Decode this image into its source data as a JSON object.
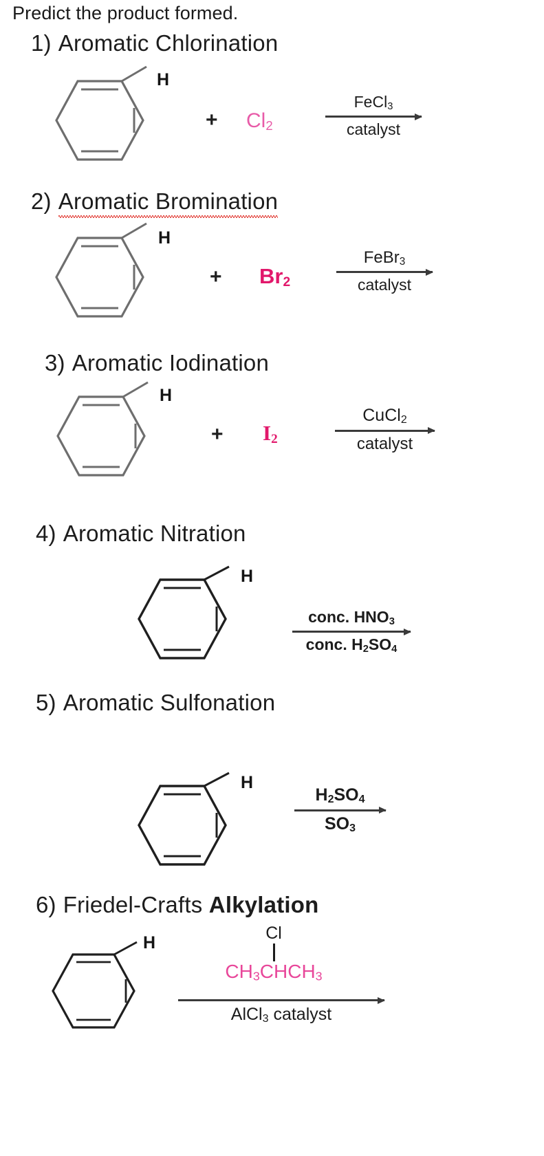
{
  "prompt": "Predict the product formed.",
  "reactions": [
    {
      "number": "1)",
      "name": "Aromatic Chlorination",
      "misspelled": false,
      "bold_name": false,
      "substrate_label": "H",
      "plus": "+",
      "reagent": "Cl",
      "reagent_sub": "2",
      "reagent_color": "#e85ba8",
      "condition_above": "FeCl",
      "condition_above_sub": "3",
      "condition_below": "catalyst"
    },
    {
      "number": "2)",
      "name": "Aromatic Bromination",
      "misspelled": true,
      "bold_name": false,
      "substrate_label": "H",
      "plus": "+",
      "reagent": "Br",
      "reagent_sub": "2",
      "reagent_color": "#e2186b",
      "condition_above": "FeBr",
      "condition_above_sub": "3",
      "condition_below": "catalyst"
    },
    {
      "number": "3)",
      "name": "Aromatic Iodination",
      "misspelled": false,
      "bold_name": false,
      "substrate_label": "H",
      "plus": "+",
      "reagent": "I",
      "reagent_sub": "2",
      "reagent_color": "#e2186b",
      "condition_above": "CuCl",
      "condition_above_sub": "2",
      "condition_below": "catalyst"
    },
    {
      "number": "4)",
      "name": "Aromatic  Nitration",
      "misspelled": false,
      "bold_name": false,
      "substrate_label": "H",
      "plus": "",
      "reagent": "",
      "reagent_sub": "",
      "reagent_color": "",
      "condition_above": "conc. HNO",
      "condition_above_sub": "3",
      "condition_below": "conc. H",
      "condition_below_sub": "2",
      "condition_below_tail": "SO",
      "condition_below_sub2": "4"
    },
    {
      "number": "5)",
      "name": "Aromatic  Sulfonation",
      "misspelled": false,
      "bold_name": false,
      "substrate_label": "H",
      "plus": "",
      "reagent": "",
      "reagent_sub": "",
      "reagent_color": "",
      "condition_above": "H",
      "condition_above_sub": "2",
      "condition_above_tail": "SO",
      "condition_above_sub2": "4",
      "condition_below": "SO",
      "condition_below_sub": "3"
    },
    {
      "number": "6)",
      "name_plain": "Friedel-Crafts ",
      "name_bold": "Alkylation",
      "misspelled": false,
      "bold_name": true,
      "substrate_label": "H",
      "alkyl_halogen": "Cl",
      "alkyl_chain_a": "CH",
      "alkyl_chain_a_sub": "3",
      "alkyl_chain_b": "CHCH",
      "alkyl_chain_b_sub": "3",
      "catalyst_text": "AlCl",
      "catalyst_sub": "3",
      "catalyst_tail": " catalyst"
    }
  ]
}
